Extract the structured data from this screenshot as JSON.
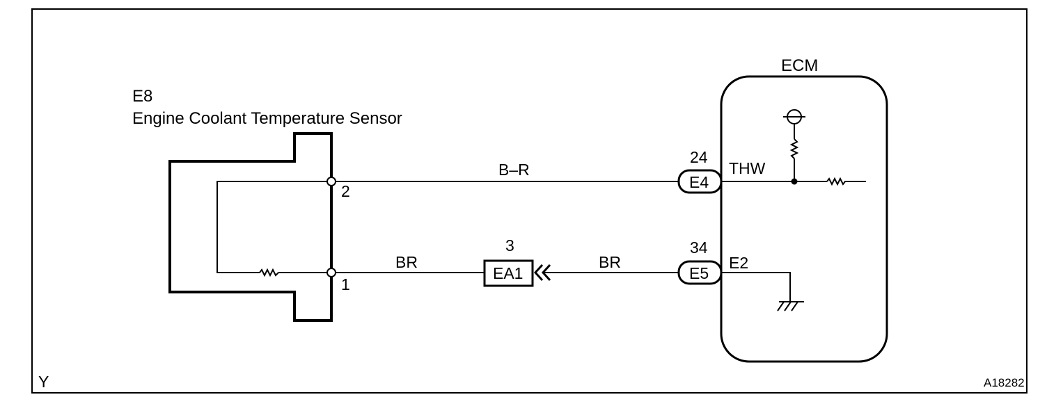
{
  "sensor": {
    "code": "E8",
    "name": "Engine Coolant Temperature Sensor",
    "pin_upper": "2",
    "pin_lower": "1"
  },
  "wires": {
    "upper_color": "B–R",
    "lower_left_color": "BR",
    "lower_right_color": "BR"
  },
  "junction": {
    "pin": "3",
    "label": "EA1"
  },
  "ecm": {
    "title": "ECM",
    "connector_upper": {
      "pin": "24",
      "label": "E4",
      "signal": "THW"
    },
    "connector_lower": {
      "pin": "34",
      "label": "E5",
      "signal": "E2"
    }
  },
  "footer": {
    "left_mark": "Y",
    "figure_id": "A18282"
  }
}
